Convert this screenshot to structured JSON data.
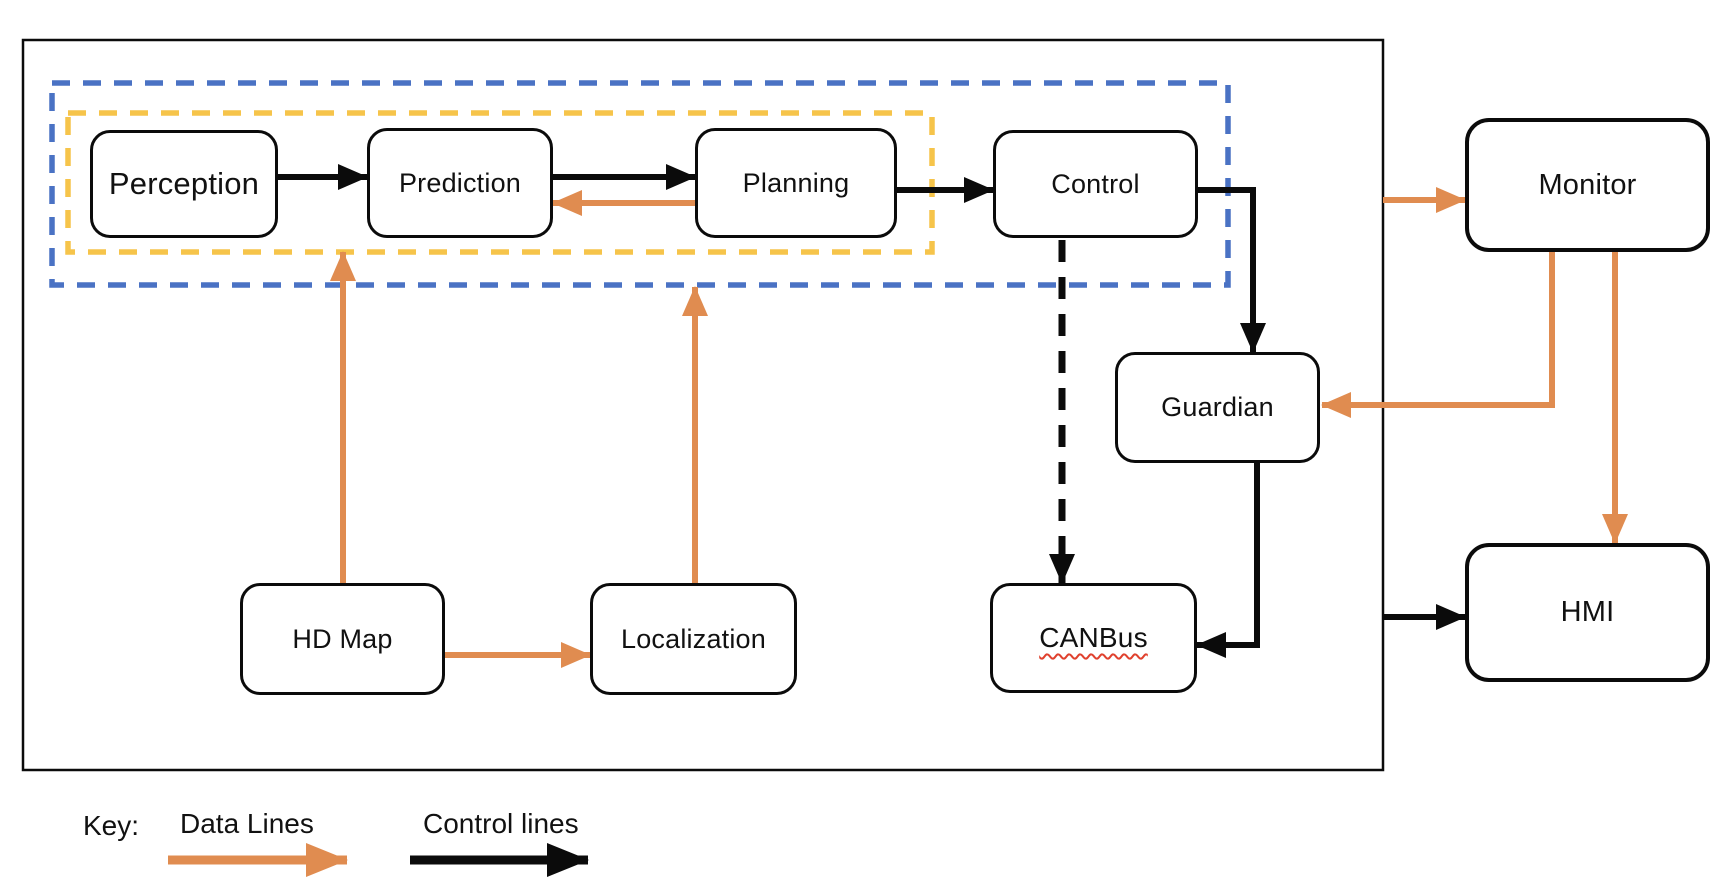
{
  "modules": {
    "perception": {
      "label": "Perception"
    },
    "prediction": {
      "label": "Prediction"
    },
    "planning": {
      "label": "Planning"
    },
    "control": {
      "label": "Control"
    },
    "guardian": {
      "label": "Guardian"
    },
    "canbus": {
      "label": "CANBus"
    },
    "hd_map": {
      "label": "HD Map"
    },
    "localization": {
      "label": "Localization"
    },
    "monitor": {
      "label": "Monitor"
    },
    "hmi": {
      "label": "HMI"
    }
  },
  "legend": {
    "key_label": "Key:",
    "data_lines_label": "Data Lines",
    "control_lines_label": "Control lines"
  },
  "colors": {
    "data_line": "#E08C50",
    "control_line": "#0b0b0b",
    "box_border": "#0b0b0b",
    "group_outer": "#4A72C4",
    "group_inner": "#F6C44A",
    "spellcheck_red": "#E0412E"
  },
  "connections": [
    {
      "from": "perception",
      "to": "prediction",
      "type": "control",
      "style": "solid"
    },
    {
      "from": "prediction",
      "to": "planning",
      "type": "control",
      "style": "solid"
    },
    {
      "from": "planning",
      "to": "control",
      "type": "control",
      "style": "solid"
    },
    {
      "from": "control",
      "to": "guardian",
      "type": "control",
      "style": "solid"
    },
    {
      "from": "guardian",
      "to": "canbus",
      "type": "control",
      "style": "solid"
    },
    {
      "from": "control",
      "to": "canbus",
      "type": "control",
      "style": "dashed"
    },
    {
      "from": "system_box",
      "to": "hmi",
      "type": "control",
      "style": "solid"
    },
    {
      "from": "planning",
      "to": "prediction",
      "type": "data",
      "style": "solid"
    },
    {
      "from": "hd_map",
      "to": "inner_group",
      "type": "data",
      "style": "solid"
    },
    {
      "from": "hd_map",
      "to": "localization",
      "type": "data",
      "style": "solid"
    },
    {
      "from": "localization",
      "to": "outer_group",
      "type": "data",
      "style": "solid"
    },
    {
      "from": "system_box",
      "to": "monitor",
      "type": "data",
      "style": "solid"
    },
    {
      "from": "monitor",
      "to": "guardian",
      "type": "data",
      "style": "solid"
    },
    {
      "from": "monitor",
      "to": "hmi",
      "type": "data",
      "style": "solid"
    }
  ]
}
